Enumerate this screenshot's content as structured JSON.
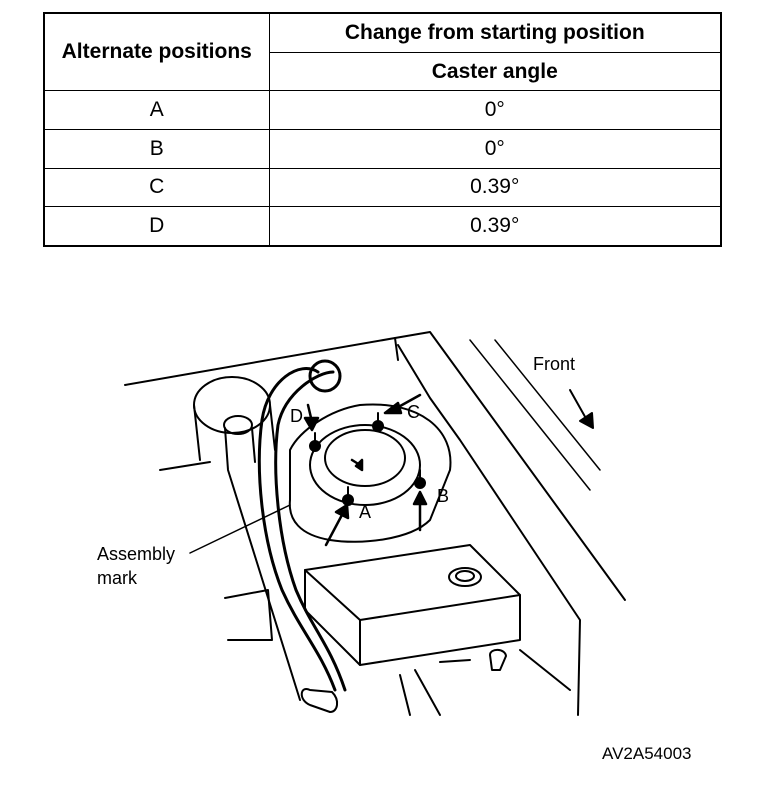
{
  "table": {
    "header_col1": "Alternate positions",
    "header_col2_line1": "Change from starting position",
    "header_col2_line2": "Caster angle",
    "rows": [
      {
        "position": "A",
        "angle": "0°"
      },
      {
        "position": "B",
        "angle": "0°"
      },
      {
        "position": "C",
        "angle": "0.39°"
      },
      {
        "position": "D",
        "angle": "0.39°"
      }
    ]
  },
  "figure": {
    "front_label": "Front",
    "labels": {
      "a": "A",
      "b": "B",
      "c": "C",
      "d": "D"
    },
    "assembly_label_line1": "Assembly",
    "assembly_label_line2": "mark"
  },
  "figure_code": "AV2A54003"
}
